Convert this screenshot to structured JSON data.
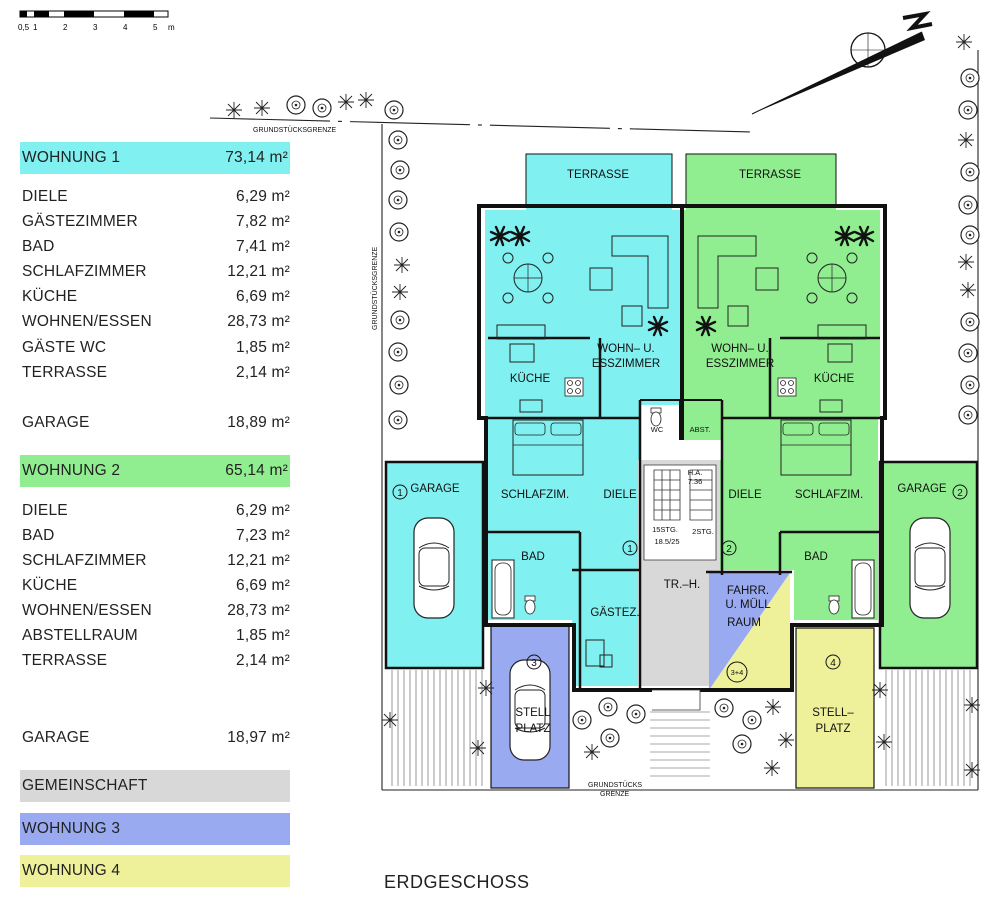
{
  "scale": {
    "ticks": [
      "0,5",
      "1",
      "2",
      "3",
      "4",
      "5",
      "m"
    ]
  },
  "colors": {
    "wohnung1": "#80f0f0",
    "wohnung2": "#90ee90",
    "gemeinschaft": "#d8d8d8",
    "wohnung3": "#9aaaf0",
    "wohnung4": "#eef09a"
  },
  "legend": {
    "wohnung1": {
      "title": "WOHNUNG 1",
      "total": "73,14 m²",
      "rooms": [
        {
          "name": "DIELE",
          "area": "6,29 m²"
        },
        {
          "name": "GÄSTEZIMMER",
          "area": "7,82 m²"
        },
        {
          "name": "BAD",
          "area": "7,41 m²"
        },
        {
          "name": "SCHLAFZIMMER",
          "area": "12,21 m²"
        },
        {
          "name": "KÜCHE",
          "area": "6,69 m²"
        },
        {
          "name": "WOHNEN/ESSEN",
          "area": "28,73 m²"
        },
        {
          "name": "GÄSTE WC",
          "area": "1,85 m²"
        },
        {
          "name": "TERRASSE",
          "area": "2,14 m²"
        }
      ],
      "garage": {
        "name": "GARAGE",
        "area": "18,89 m²"
      }
    },
    "wohnung2": {
      "title": "WOHNUNG 2",
      "total": "65,14 m²",
      "rooms": [
        {
          "name": "DIELE",
          "area": "6,29 m²"
        },
        {
          "name": "BAD",
          "area": "7,23 m²"
        },
        {
          "name": "SCHLAFZIMMER",
          "area": "12,21 m²"
        },
        {
          "name": "KÜCHE",
          "area": "6,69 m²"
        },
        {
          "name": "WOHNEN/ESSEN",
          "area": "28,73 m²"
        },
        {
          "name": "ABSTELLRAUM",
          "area": "1,85 m²"
        },
        {
          "name": "TERRASSE",
          "area": "2,14 m²"
        }
      ],
      "garage": {
        "name": "GARAGE",
        "area": "18,97 m²"
      }
    },
    "gemeinschaft": "GEMEINSCHAFT",
    "wohnung3": "WOHNUNG 3",
    "wohnung4": "WOHNUNG 4"
  },
  "plan": {
    "grenze_top": "GRUNDSTÜCKSGRENZE",
    "grenze_left": "GRUNDSTÜCKSGRENZE",
    "grenze_bottom_1": "GRUNDSTÜCKS",
    "grenze_bottom_2": "GRENZE",
    "terrasse": "TERRASSE",
    "wohn_1": "WOHN– U.",
    "wohn_2": "ESSZIMMER",
    "kueche": "KÜCHE",
    "wc": "WC",
    "abst": "ABST.",
    "schlafzim": "SCHLAFZIM.",
    "diele": "DIELE",
    "bad": "BAD",
    "gaestez": "GÄSTEZ.",
    "garage": "GARAGE",
    "ha_1": "H.A.",
    "ha_2": "7.36",
    "stg_1": "15STG.",
    "stg_2": "18.5/25",
    "stg_3": "2STG.",
    "trh": "TR.–H.",
    "fahrr_1": "FAHRR.",
    "fahrr_2": "U. MÜLL",
    "fahrr_3": "RAUM",
    "n34": "3+4",
    "stell_a": "STELL",
    "platz_a": "PLATZ",
    "stell_b": "STELL–",
    "platz_b": "PLATZ",
    "n1": "1",
    "n2": "2",
    "n3": "3",
    "n4": "4"
  },
  "caption": "ERDGESCHOSS"
}
